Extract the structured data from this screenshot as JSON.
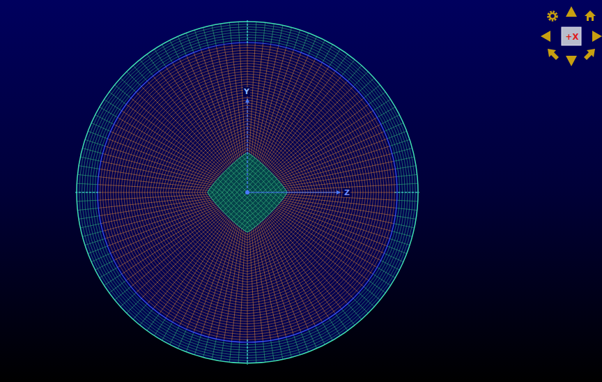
{
  "diagram": {
    "labels": [
      "Y",
      "Z",
      "+X"
    ]
  }
}
